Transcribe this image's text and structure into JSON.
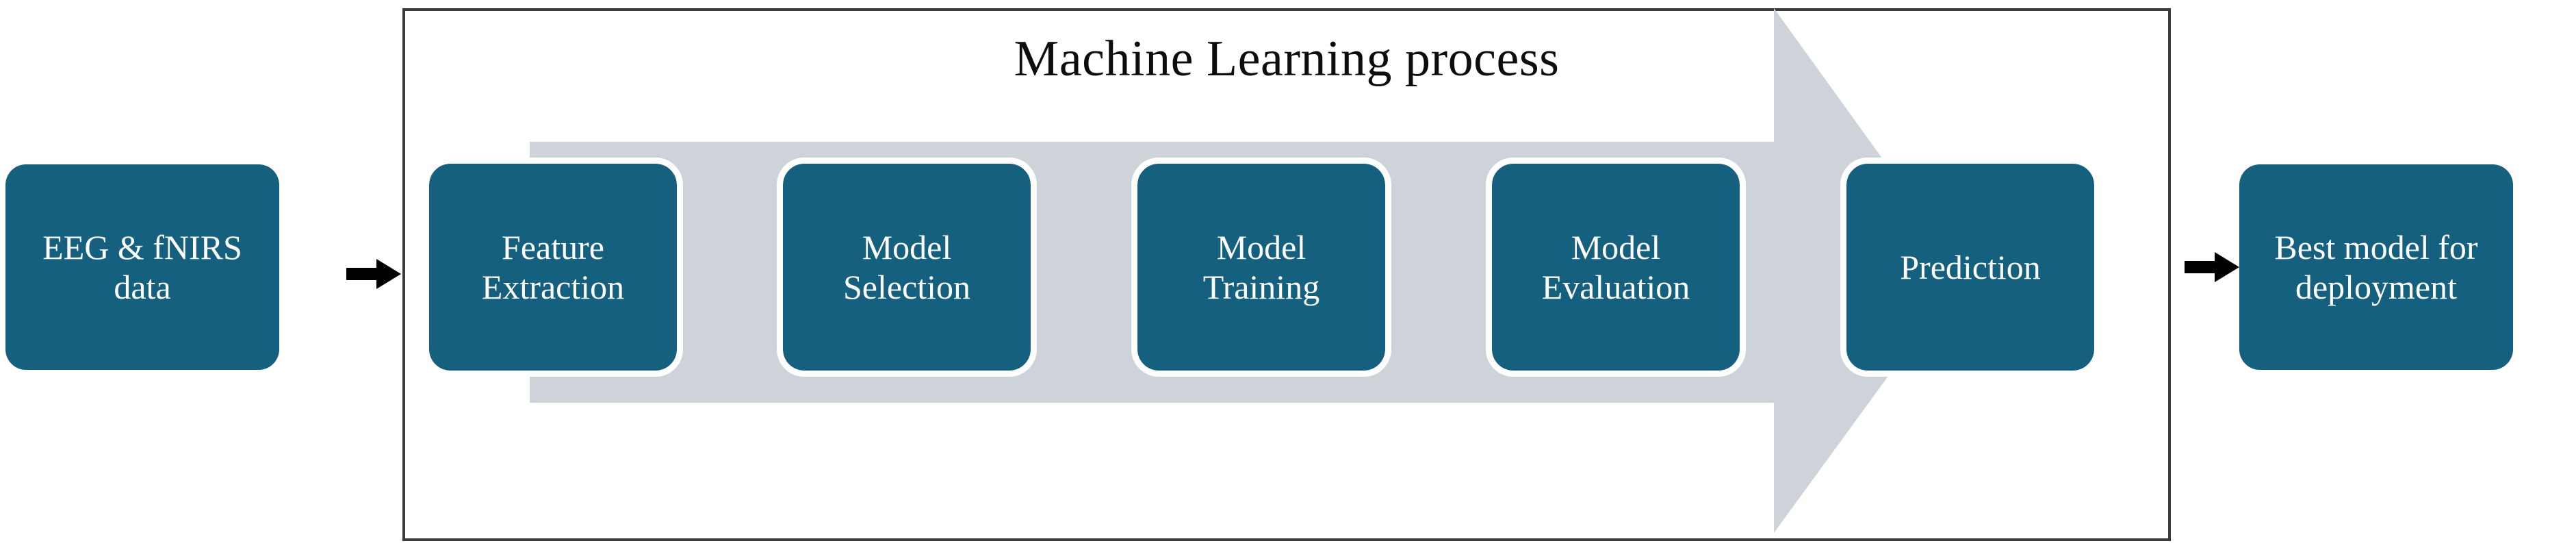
{
  "diagram": {
    "title": "Machine Learning process",
    "colors": {
      "node_fill": "#16607f",
      "node_text": "#ffffff",
      "chevron_fill": "#ced3da",
      "frame_border": "#3b3b3b",
      "arrow": "#000000",
      "background": "#ffffff"
    },
    "input": {
      "label": "EEG & fNIRS\ndata",
      "name": "eeg-fnirs-data"
    },
    "output": {
      "label": "Best model for\ndeployment",
      "name": "best-model-for-deployment"
    },
    "steps": [
      {
        "label": "Feature\nExtraction",
        "name": "feature-extraction"
      },
      {
        "label": "Model\nSelection",
        "name": "model-selection"
      },
      {
        "label": "Model\nTraining",
        "name": "model-training"
      },
      {
        "label": "Model\nEvaluation",
        "name": "model-evaluation"
      },
      {
        "label": "Prediction",
        "name": "prediction"
      }
    ],
    "connectors": [
      {
        "name": "arrow-input-to-process",
        "direction": "right"
      },
      {
        "name": "arrow-process-to-output",
        "direction": "right"
      }
    ]
  }
}
